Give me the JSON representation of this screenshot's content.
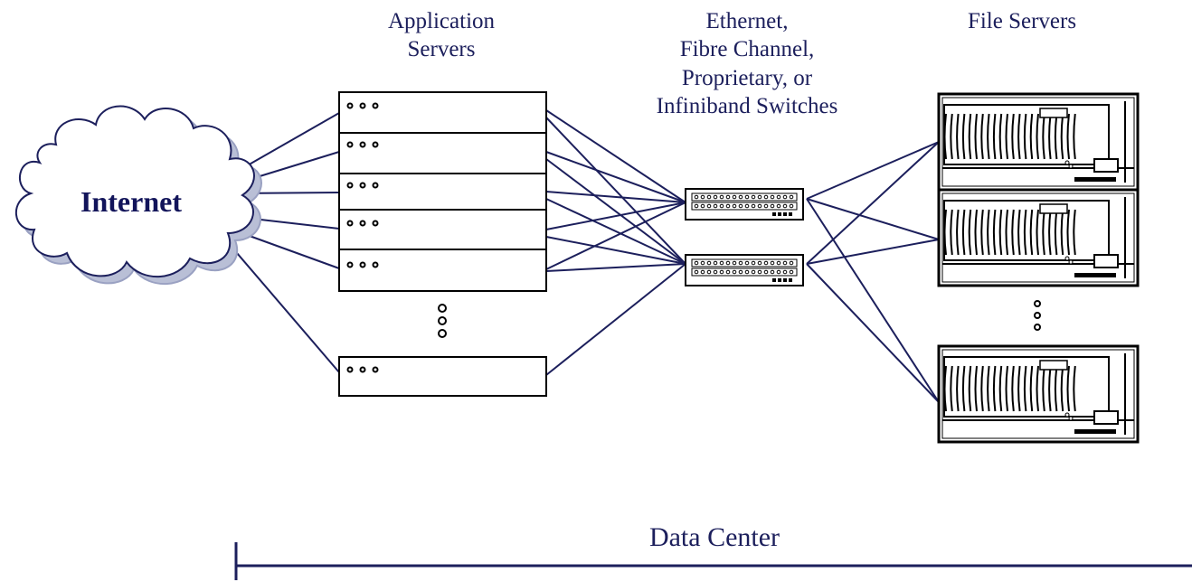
{
  "labels": {
    "application_servers": [
      "Application",
      "Servers"
    ],
    "switches": [
      "Ethernet,",
      "Fibre Channel,",
      "Proprietary, or",
      "Infiniband Switches"
    ],
    "file_servers": "File Servers",
    "internet": "Internet",
    "data_center": "Data Center"
  },
  "colors": {
    "line": "#1c1f5c",
    "text": "#1c1f5c",
    "cloud_shadow": "#b9bfd6",
    "device": "#000000"
  },
  "nodes": {
    "internet": "cloud-icon",
    "application_servers_count_shown": 6,
    "switches_count_shown": 2,
    "file_servers_count_shown": 3
  }
}
